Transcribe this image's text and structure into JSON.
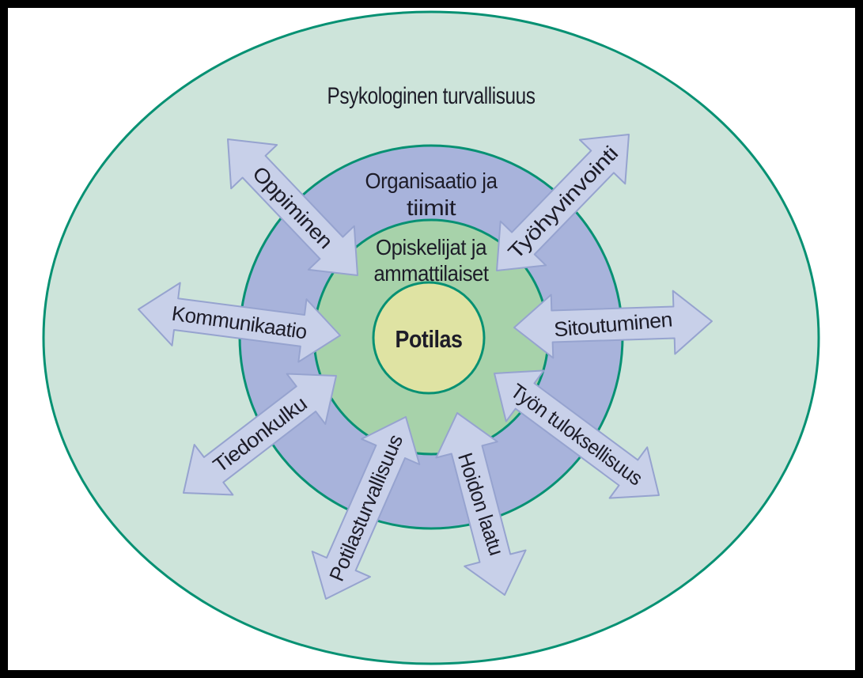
{
  "diagram": {
    "title": "Psykologinen turvallisuus",
    "rings": [
      {
        "id": "psykologinen-turvallisuus",
        "label": "Psykologinen turvallisuus",
        "fill": "#cde4da"
      },
      {
        "id": "organisaatio-ja-tiimit",
        "line1": "Organisaatio ja",
        "line2": "tiimit",
        "fill": "#a8b3db"
      },
      {
        "id": "opiskelijat-ja-ammattilaiset",
        "line1": "Opiskelijat ja",
        "line2": "ammattilaiset",
        "fill": "#a7d2aa"
      },
      {
        "id": "potilas",
        "label": "Potilas",
        "fill": "#dfe3a3"
      }
    ],
    "arrows": [
      {
        "id": "oppiminen",
        "label": "Oppiminen"
      },
      {
        "id": "tyohyvinvointi",
        "label": "Työhyvinvointi"
      },
      {
        "id": "kommunikaatio",
        "label": "Kommunikaatio"
      },
      {
        "id": "sitoutuminen",
        "label": "Sitoutuminen"
      },
      {
        "id": "tiedonkulku",
        "label": "Tiedonkulku"
      },
      {
        "id": "tyon-tuloksellisuus",
        "label": "Työn tuloksellisuus"
      },
      {
        "id": "potilasturvallisuus",
        "label": "Potilasturvallisuus"
      },
      {
        "id": "hoidon-laatu",
        "label": "Hoidon laatu"
      }
    ],
    "colors": {
      "outline": "#079173",
      "arrow_fill": "#c8d0e9",
      "arrow_stroke": "#96a3cf",
      "text": "#1d1c28",
      "page_border": "#000000",
      "page_background": "#ffffff"
    }
  }
}
